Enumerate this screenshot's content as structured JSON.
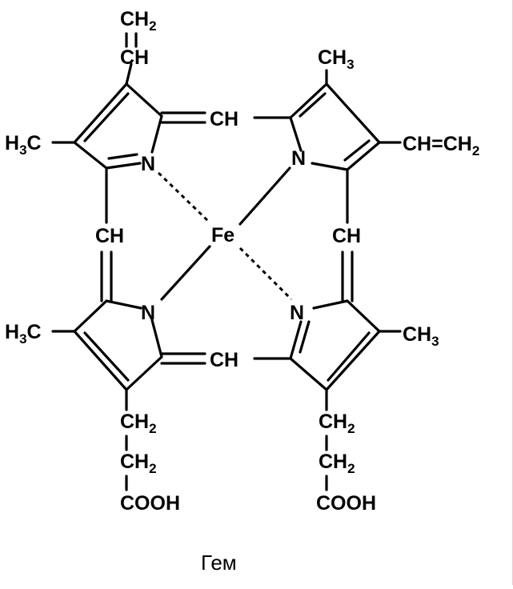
{
  "title": "Гем",
  "labels": {
    "top_vinyl_ch2": "CH",
    "top_vinyl_ch": "CH",
    "top_meso_ch": "CH",
    "left_meso_ch": "CH",
    "right_meso_ch": "CH",
    "bottom_meso_ch": "CH",
    "ring1_methyl_h": "H",
    "ring1_methyl_c": "C",
    "ring2_methyl": "CH",
    "ring2_vinyl": "CH=CH",
    "ring3_methyl_h": "H",
    "ring3_methyl_c": "C",
    "ring4_methyl": "CH",
    "nitrogen": "N",
    "iron": "Fe",
    "left_chain_ch2_a": "CH",
    "left_chain_ch2_b": "CH",
    "left_chain_cooh": "COOH",
    "right_chain_ch2_a": "CH",
    "right_chain_ch2_b": "CH",
    "right_chain_cooh": "COOH"
  },
  "subscripts": {
    "two": "2",
    "three": "3"
  }
}
